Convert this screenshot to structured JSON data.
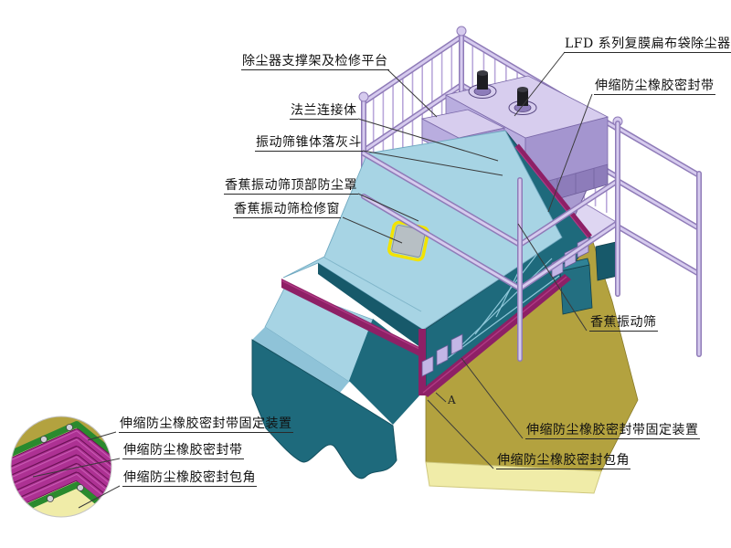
{
  "callouts": {
    "support_platform": "除尘器支撑架及检修平台",
    "lfd_collector": "LFD 系列复膜扁布袋除尘器",
    "flange_connector": "法兰连接体",
    "cone_hopper": "振动筛锥体落灰斗",
    "top_dust_cover": "香蕉振动筛顶部防尘罩",
    "inspection_window": "香蕉振动筛检修窗",
    "sealing_band": "伸缩防尘橡胶密封带",
    "banana_screen": "香蕉振动筛",
    "band_fixing_device": "伸缩防尘橡胶密封带固定装置",
    "sealing_corner_wrap": "伸缩防尘橡胶密封包角",
    "detail_marker": "A",
    "inset": {
      "fixing_device": "伸缩防尘橡胶密封带固定装置",
      "sealing_band": "伸缩防尘橡胶密封带",
      "corner_wrap": "伸缩防尘橡胶密封包角"
    }
  },
  "palette": {
    "background": "#ffffff",
    "text": "#111111",
    "leader": "#3a3a3a",
    "frame_lavender": "#b9a7da",
    "frame_lavender_dark": "#8f7bb8",
    "frame_lavender_light": "#d6cbee",
    "box_top": "#d7cdee",
    "box_front": "#b9addf",
    "box_side": "#a495cf",
    "box_cage": "#9c8cc4",
    "cover_blue": "#a7d4e4",
    "cover_blue_dark": "#8fc3d8",
    "teal": "#1e6a7c",
    "teal_dark": "#17596a",
    "teal_light": "#2f8296",
    "khaki": "#b3a23f",
    "khaki_dark": "#998a31",
    "skirt_yellow": "#f0eca8",
    "band_magenta": "#8e2066",
    "band_magenta_light": "#b03a85",
    "window_yellow": "#f2e300",
    "window_gray": "#b7bfc4",
    "inset_magenta": "#ad3193",
    "inset_magenta_dark": "#6d1257",
    "inset_green": "#2a8a2e"
  }
}
